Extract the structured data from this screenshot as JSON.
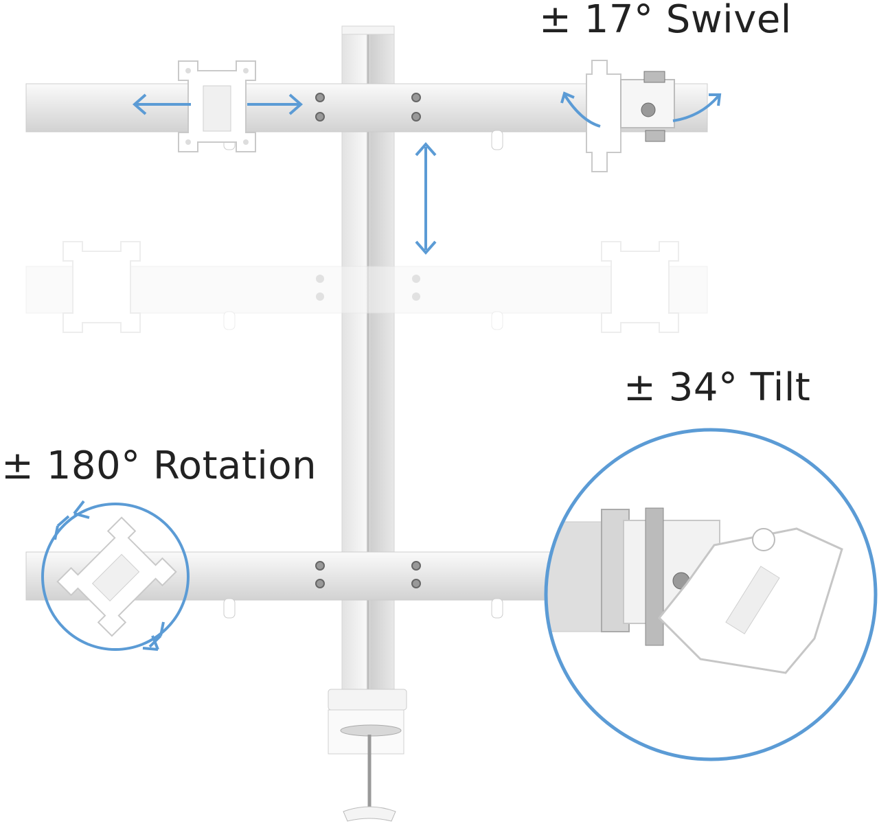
{
  "labels": {
    "swivel": "± 17° Swivel",
    "tilt": "± 34° Tilt",
    "rotation": "± 180° Rotation"
  },
  "colors": {
    "accent_blue": "#5b9bd5",
    "metal_light": "#f2f2f2",
    "metal_mid": "#dcdcdc",
    "metal_dark": "#bdbdbd",
    "text": "#222222"
  },
  "icons": {
    "horizontal_arrow": "double-arrow-horizontal-icon",
    "vertical_arrow": "double-arrow-vertical-icon",
    "swivel_arrow": "curved-swivel-arrow-icon",
    "rotation_arrows": "circular-rotation-arrows-icon"
  }
}
